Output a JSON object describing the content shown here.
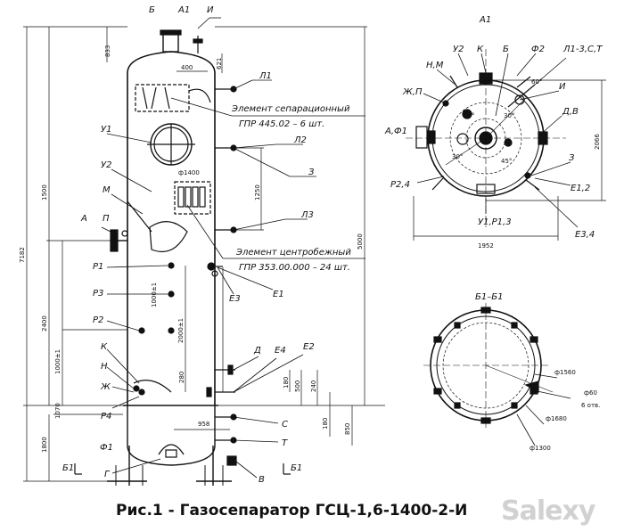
{
  "caption": "Рис.1 - Газосепаратор ГСЦ-1,6-1400-2-И",
  "watermark": "Salexy",
  "notes": {
    "sep_element": "Элемент сепарационный",
    "sep_element_spec": "ГПР 445.02 – 6 шт.",
    "centr_element": "Элемент центробежный",
    "centr_element_spec": "ГПР 353.00.000 – 24 шт."
  },
  "labels": {
    "b": "Б",
    "a1": "A1",
    "i": "И",
    "l1": "Л1",
    "l2": "Л2",
    "l3": "Л3",
    "z": "З",
    "y1": "У1",
    "y2": "У2",
    "m": "М",
    "a": "А",
    "p": "П",
    "r1": "Р1",
    "r2": "Р2",
    "r3": "Р3",
    "e1": "Е1",
    "e3": "Е3",
    "k": "К",
    "n": "Н",
    "zh": "Ж",
    "r4": "Р4",
    "d": "Д",
    "e4": "Е4",
    "e2": "Е2",
    "s": "С",
    "t": "Т",
    "v": "В",
    "f1": "Ф1",
    "g": "Г",
    "b1_left": "Б1",
    "b1_right": "Б1"
  },
  "plan_labels": {
    "a1": "A1",
    "y2": "У2",
    "k": "К",
    "b": "Б",
    "f2": "Ф2",
    "l13ct": "Л1-3,С,Т",
    "nm": "Н,М",
    "zhp": "Ж,П",
    "i": "И",
    "af1": "А,Ф1",
    "dv": "Д,В",
    "p24": "Р2,4",
    "z": "З",
    "e12": "Е1,2",
    "e34": "Е3,4",
    "y1p13": "У1,Р1,3",
    "ang60": "60°",
    "ang30a": "30°",
    "ang30b": "30°",
    "ang30c": "30°",
    "ang45": "45°"
  },
  "section": {
    "title": "Б1–Б1",
    "d1560": "ф1560",
    "d60": "ф60",
    "holes": "6 отв.",
    "d1680": "ф1680",
    "d1300": "ф1300"
  },
  "dimensions": {
    "d833": "833",
    "d400": "400",
    "d621": "621",
    "d7182": "7182",
    "d1500": "1500",
    "d1400": "ф1400",
    "d1250": "1250",
    "d5000": "5000",
    "d2400": "2400",
    "d1000a": "1000±1",
    "d2000": "2000±1",
    "d1000b": "1000±1",
    "d1070": "1070",
    "d280": "280",
    "d180": "180",
    "d500": "500",
    "d240": "240",
    "d958": "958",
    "d1800": "1800",
    "d180b": "180",
    "d850": "850",
    "d1952": "1952",
    "d2066": "2066"
  }
}
